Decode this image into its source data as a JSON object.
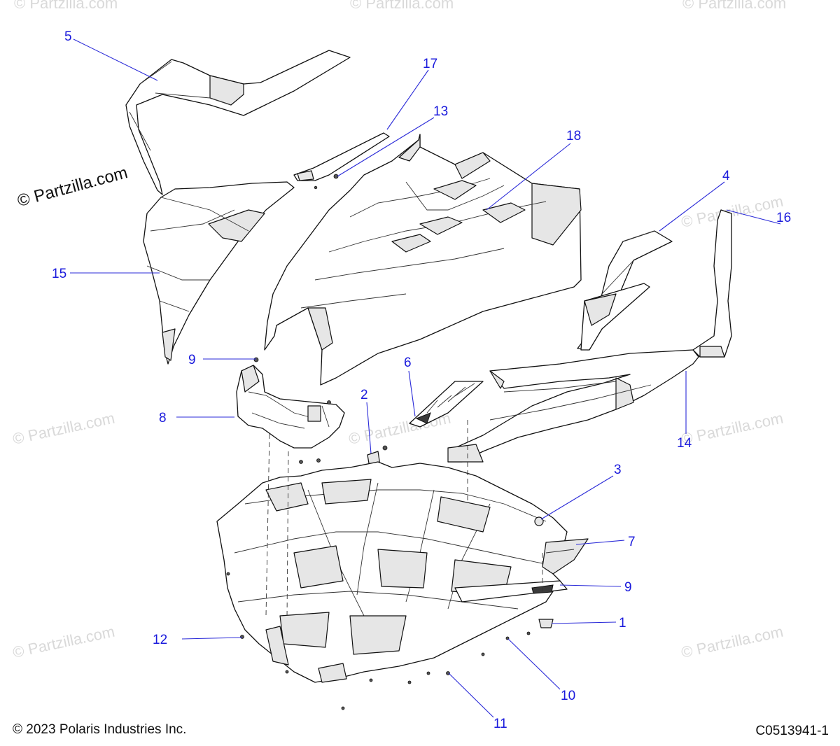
{
  "brand_mark": "© Partzilla.com",
  "watermark_text": "© Partzilla.com",
  "copyright": "© 2023 Polaris Industries Inc.",
  "diagram_code": "C0513941-1",
  "callouts": {
    "c1": "1",
    "c2": "2",
    "c3": "3",
    "c4": "4",
    "c5": "5",
    "c6": "6",
    "c7": "7",
    "c8": "8",
    "c9a": "9",
    "c9b": "9",
    "c10": "10",
    "c11": "11",
    "c12": "12",
    "c13": "13",
    "c14": "14",
    "c15": "15",
    "c16": "16",
    "c17": "17",
    "c18": "18"
  },
  "colors": {
    "callout": "#1a1adc",
    "line": "#111111"
  }
}
